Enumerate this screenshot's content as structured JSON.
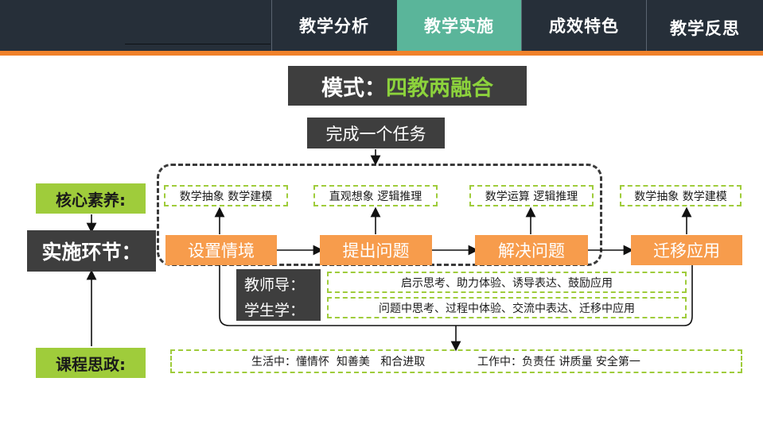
{
  "nav": {
    "items": [
      {
        "label": "教学分析",
        "active": false
      },
      {
        "label": "教学实施",
        "active": true
      },
      {
        "label": "成效特色",
        "active": false
      },
      {
        "label": "教学反思",
        "active": false
      }
    ]
  },
  "title": {
    "prefix": "模式：",
    "accent": "四教两融合"
  },
  "task": "完成一个任务",
  "labels": {
    "core": "核心素养:",
    "steps": "实施环节：",
    "ideology": "课程思政:"
  },
  "literacy": [
    "数学抽象 数学建模",
    "直观想象 逻辑推理",
    "数学运算 逻辑推理",
    "数学抽象 数学建模"
  ],
  "steps": [
    "设置情境",
    "提出问题",
    "解决问题",
    "迁移应用"
  ],
  "roles": {
    "teacher": {
      "label": "教师导：",
      "text": "启示思考、助力体验、诱导表达、鼓励应用"
    },
    "student": {
      "label": "学生学：",
      "text": "问题中思考、过程中体验、交流中表达、迁移中应用"
    }
  },
  "ideology_text": {
    "life": "生活中：懂情怀  知善美   和合进取",
    "work": "工作中：负责任 讲质量 安全第一"
  },
  "colors": {
    "nav_bg": "#262f39",
    "nav_active": "#5ab59a",
    "accent_orange": "#f0812a",
    "step_orange": "#f79c4c",
    "green": "#9fcc3b",
    "title_accent": "#8cd23c",
    "dark_box": "#3e3e3e"
  }
}
